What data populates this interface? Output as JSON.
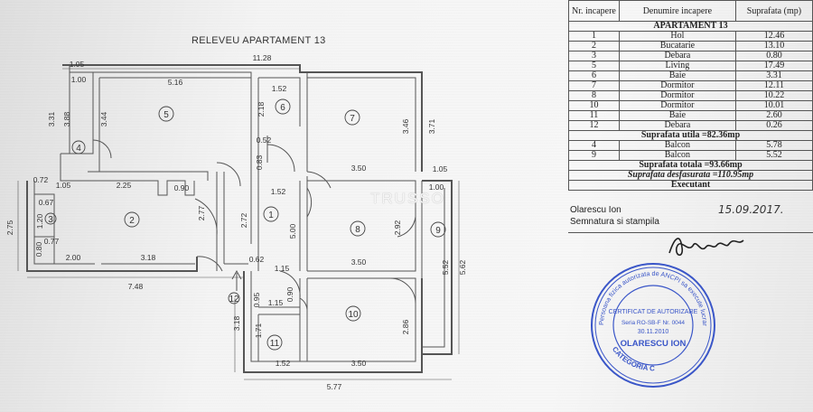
{
  "plan": {
    "title": "RELEVEU APARTAMENT 13",
    "watermark": "TRUSSO",
    "dims": {
      "top_total": "11.28",
      "d105_top": "1.05",
      "d100": "1.00",
      "d516": "5.16",
      "d152_top": "1.52",
      "d218": "2.18",
      "d052": "0.52",
      "d083": "0.83",
      "d331": "3.31",
      "d388": "3.88",
      "d344": "3.44",
      "d346": "3.46",
      "d371": "3.71",
      "d350_a": "3.50",
      "d105_r": "1.05",
      "d100_r": "1.00",
      "d072": "0.72",
      "d105_l": "1.05",
      "d225": "2.25",
      "d090": "0.90",
      "d152_mid": "1.52",
      "d277": "2.77",
      "d272": "2.72",
      "d500": "5.00",
      "d292": "2.92",
      "d067": "0.67",
      "d120": "1.20",
      "d275": "2.75",
      "d080": "0.80",
      "d077": "0.77",
      "d200": "2.00",
      "d318": "3.18",
      "d350_b": "3.50",
      "d552": "5.52",
      "d562": "5.62",
      "d748": "7.48",
      "d062": "0.62",
      "d115_a": "1.15",
      "d095": "0.95",
      "d090b": "0.90",
      "d115_b": "1.15",
      "d318_v": "3.18",
      "d171": "1.71",
      "d152_bot": "1.52",
      "d350_c": "3.50",
      "d286": "2.86",
      "d577": "5.77"
    },
    "rooms": [
      "1",
      "2",
      "3",
      "4",
      "5",
      "6",
      "7",
      "8",
      "9",
      "10",
      "11",
      "12"
    ]
  },
  "table": {
    "headers": [
      "Nr. incapere",
      "Denumire incapere",
      "Suprafata (mp)"
    ],
    "section_title": "APARTAMENT 13",
    "rows": [
      [
        "1",
        "Hol",
        "12.46"
      ],
      [
        "2",
        "Bucatarie",
        "13.10"
      ],
      [
        "3",
        "Debara",
        "0.80"
      ],
      [
        "5",
        "Living",
        "17.49"
      ],
      [
        "6",
        "Baie",
        "3.31"
      ],
      [
        "7",
        "Dormitor",
        "12.11"
      ],
      [
        "8",
        "Dormitor",
        "10.22"
      ],
      [
        "10",
        "Dormitor",
        "10.01"
      ],
      [
        "11",
        "Baie",
        "2.60"
      ],
      [
        "12",
        "Debara",
        "0.26"
      ]
    ],
    "useful_area": "Suprafata utila =82.36mp",
    "balcony_rows": [
      [
        "4",
        "Balcon",
        "5.78"
      ],
      [
        "9",
        "Balcon",
        "5.52"
      ]
    ],
    "total_area": "Suprafata totala =93.66mp",
    "developed_area": "Suprafata desfasurata =110.95mp",
    "executant_label": "Executant"
  },
  "signature": {
    "name": "Olarescu Ion",
    "date": "15.09.2017.",
    "label": "Semnatura si stampila"
  },
  "stamp": {
    "outer_text": "Persoana fizica autorizata de ANCPI sa execute lucrari de cadastru",
    "certificate": "CERTIFICAT DE AUTORIZARE",
    "series": "Seria RO-SB-F Nr. 0044",
    "date": "30.11.2010",
    "name": "OLARESCU ION",
    "category": "CATEGORIA C"
  }
}
